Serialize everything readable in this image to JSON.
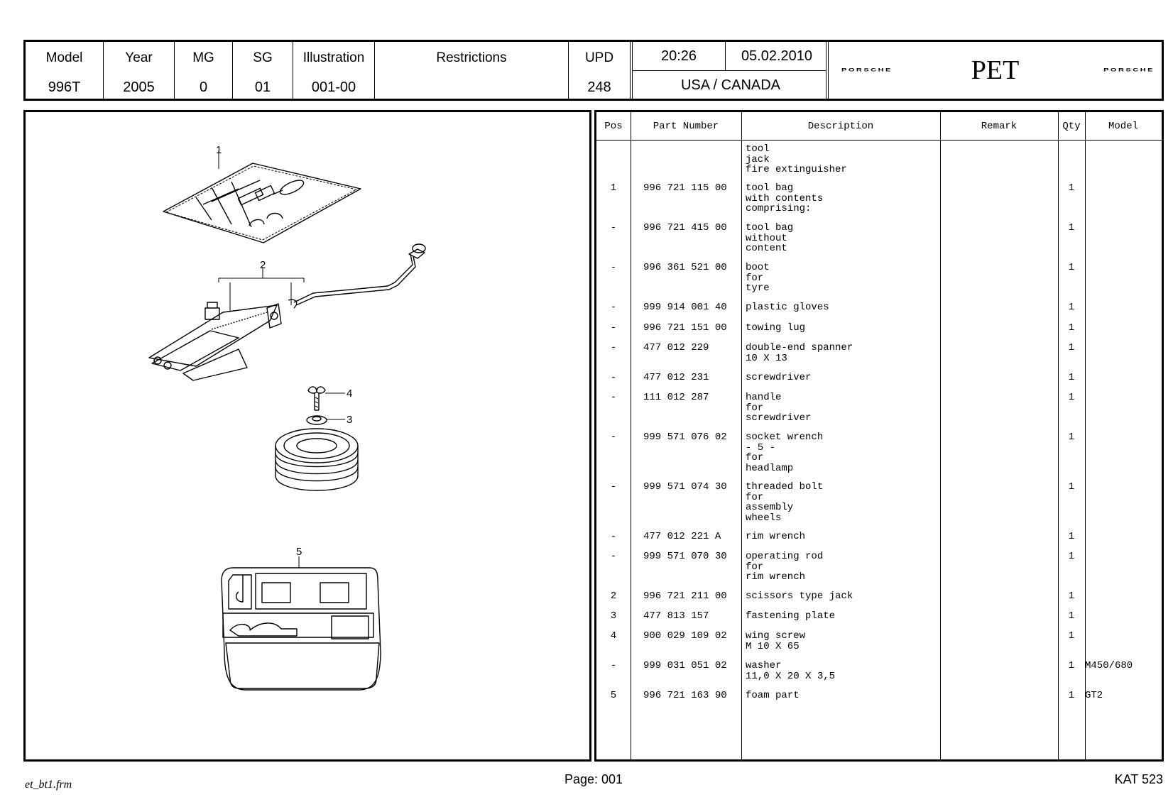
{
  "header": {
    "model": {
      "label": "Model",
      "value": "996T"
    },
    "year": {
      "label": "Year",
      "value": "2005"
    },
    "mg": {
      "label": "MG",
      "value": "0"
    },
    "sg": {
      "label": "SG",
      "value": "01"
    },
    "illustration": {
      "label": "Illustration",
      "value": "001-00"
    },
    "restrictions": {
      "label": "Restrictions",
      "value": ""
    },
    "upd": {
      "label": "UPD",
      "value": "248"
    },
    "time": "20:26",
    "date": "05.02.2010",
    "region": "USA / CANADA",
    "brand_left": "PORSCHE",
    "app_name": "PET",
    "brand_right": "PORSCHE"
  },
  "illustration": {
    "callouts": [
      "1",
      "2",
      "4",
      "3",
      "5"
    ]
  },
  "table": {
    "columns": {
      "pos": "Pos",
      "part_number": "Part Number",
      "description": "Description",
      "remark": "Remark",
      "qty": "Qty",
      "model": "Model"
    },
    "rows": [
      {
        "pos": "",
        "part": "",
        "desc": "tool\njack\nfire extinguisher",
        "qty": "",
        "model": ""
      },
      {
        "pos": "1",
        "part": "996 721 115 00",
        "desc": "tool bag\nwith contents\ncomprising:",
        "qty": "1",
        "model": ""
      },
      {
        "pos": "-",
        "part": "996 721 415 00",
        "desc": "tool bag\nwithout\ncontent",
        "qty": "1",
        "model": ""
      },
      {
        "pos": "-",
        "part": "996 361 521 00",
        "desc": "boot\nfor\ntyre",
        "qty": "1",
        "model": ""
      },
      {
        "pos": "-",
        "part": "999 914 001 40",
        "desc": "plastic gloves",
        "qty": "1",
        "model": ""
      },
      {
        "pos": "-",
        "part": "996 721 151 00",
        "desc": "towing lug",
        "qty": "1",
        "model": ""
      },
      {
        "pos": "-",
        "part": "477 012 229",
        "desc": "double-end spanner\n10 X 13",
        "qty": "1",
        "model": ""
      },
      {
        "pos": "-",
        "part": "477 012 231",
        "desc": "screwdriver",
        "qty": "1",
        "model": ""
      },
      {
        "pos": "-",
        "part": "111 012 287",
        "desc": "handle\nfor\nscrewdriver",
        "qty": "1",
        "model": ""
      },
      {
        "pos": "-",
        "part": "999 571 076 02",
        "desc": "socket wrench\n- 5 -\nfor\nheadlamp",
        "qty": "1",
        "model": ""
      },
      {
        "pos": "-",
        "part": "999 571 074 30",
        "desc": "threaded bolt\nfor\nassembly\nwheels",
        "qty": "1",
        "model": ""
      },
      {
        "pos": "-",
        "part": "477 012 221 A",
        "desc": "rim wrench",
        "qty": "1",
        "model": ""
      },
      {
        "pos": "-",
        "part": "999 571 070 30",
        "desc": "operating rod\nfor\nrim wrench",
        "qty": "1",
        "model": ""
      },
      {
        "pos": "2",
        "part": "996 721 211 00",
        "desc": "scissors type jack",
        "qty": "1",
        "model": ""
      },
      {
        "pos": "3",
        "part": "477 813 157",
        "desc": "fastening plate",
        "qty": "1",
        "model": ""
      },
      {
        "pos": "4",
        "part": "900 029 109 02",
        "desc": "wing screw\nM 10 X 65",
        "qty": "1",
        "model": ""
      },
      {
        "pos": "-",
        "part": "999 031 051 02",
        "desc": "washer\n11,0 X 20 X 3,5",
        "qty": "1",
        "model": "M450/680"
      },
      {
        "pos": "5",
        "part": "996 721 163 90",
        "desc": "foam part",
        "qty": "1",
        "model": "GT2"
      }
    ]
  },
  "footer": {
    "form": "et_bt1.frm",
    "page": "Page: 001",
    "catalog": "KAT 523"
  }
}
